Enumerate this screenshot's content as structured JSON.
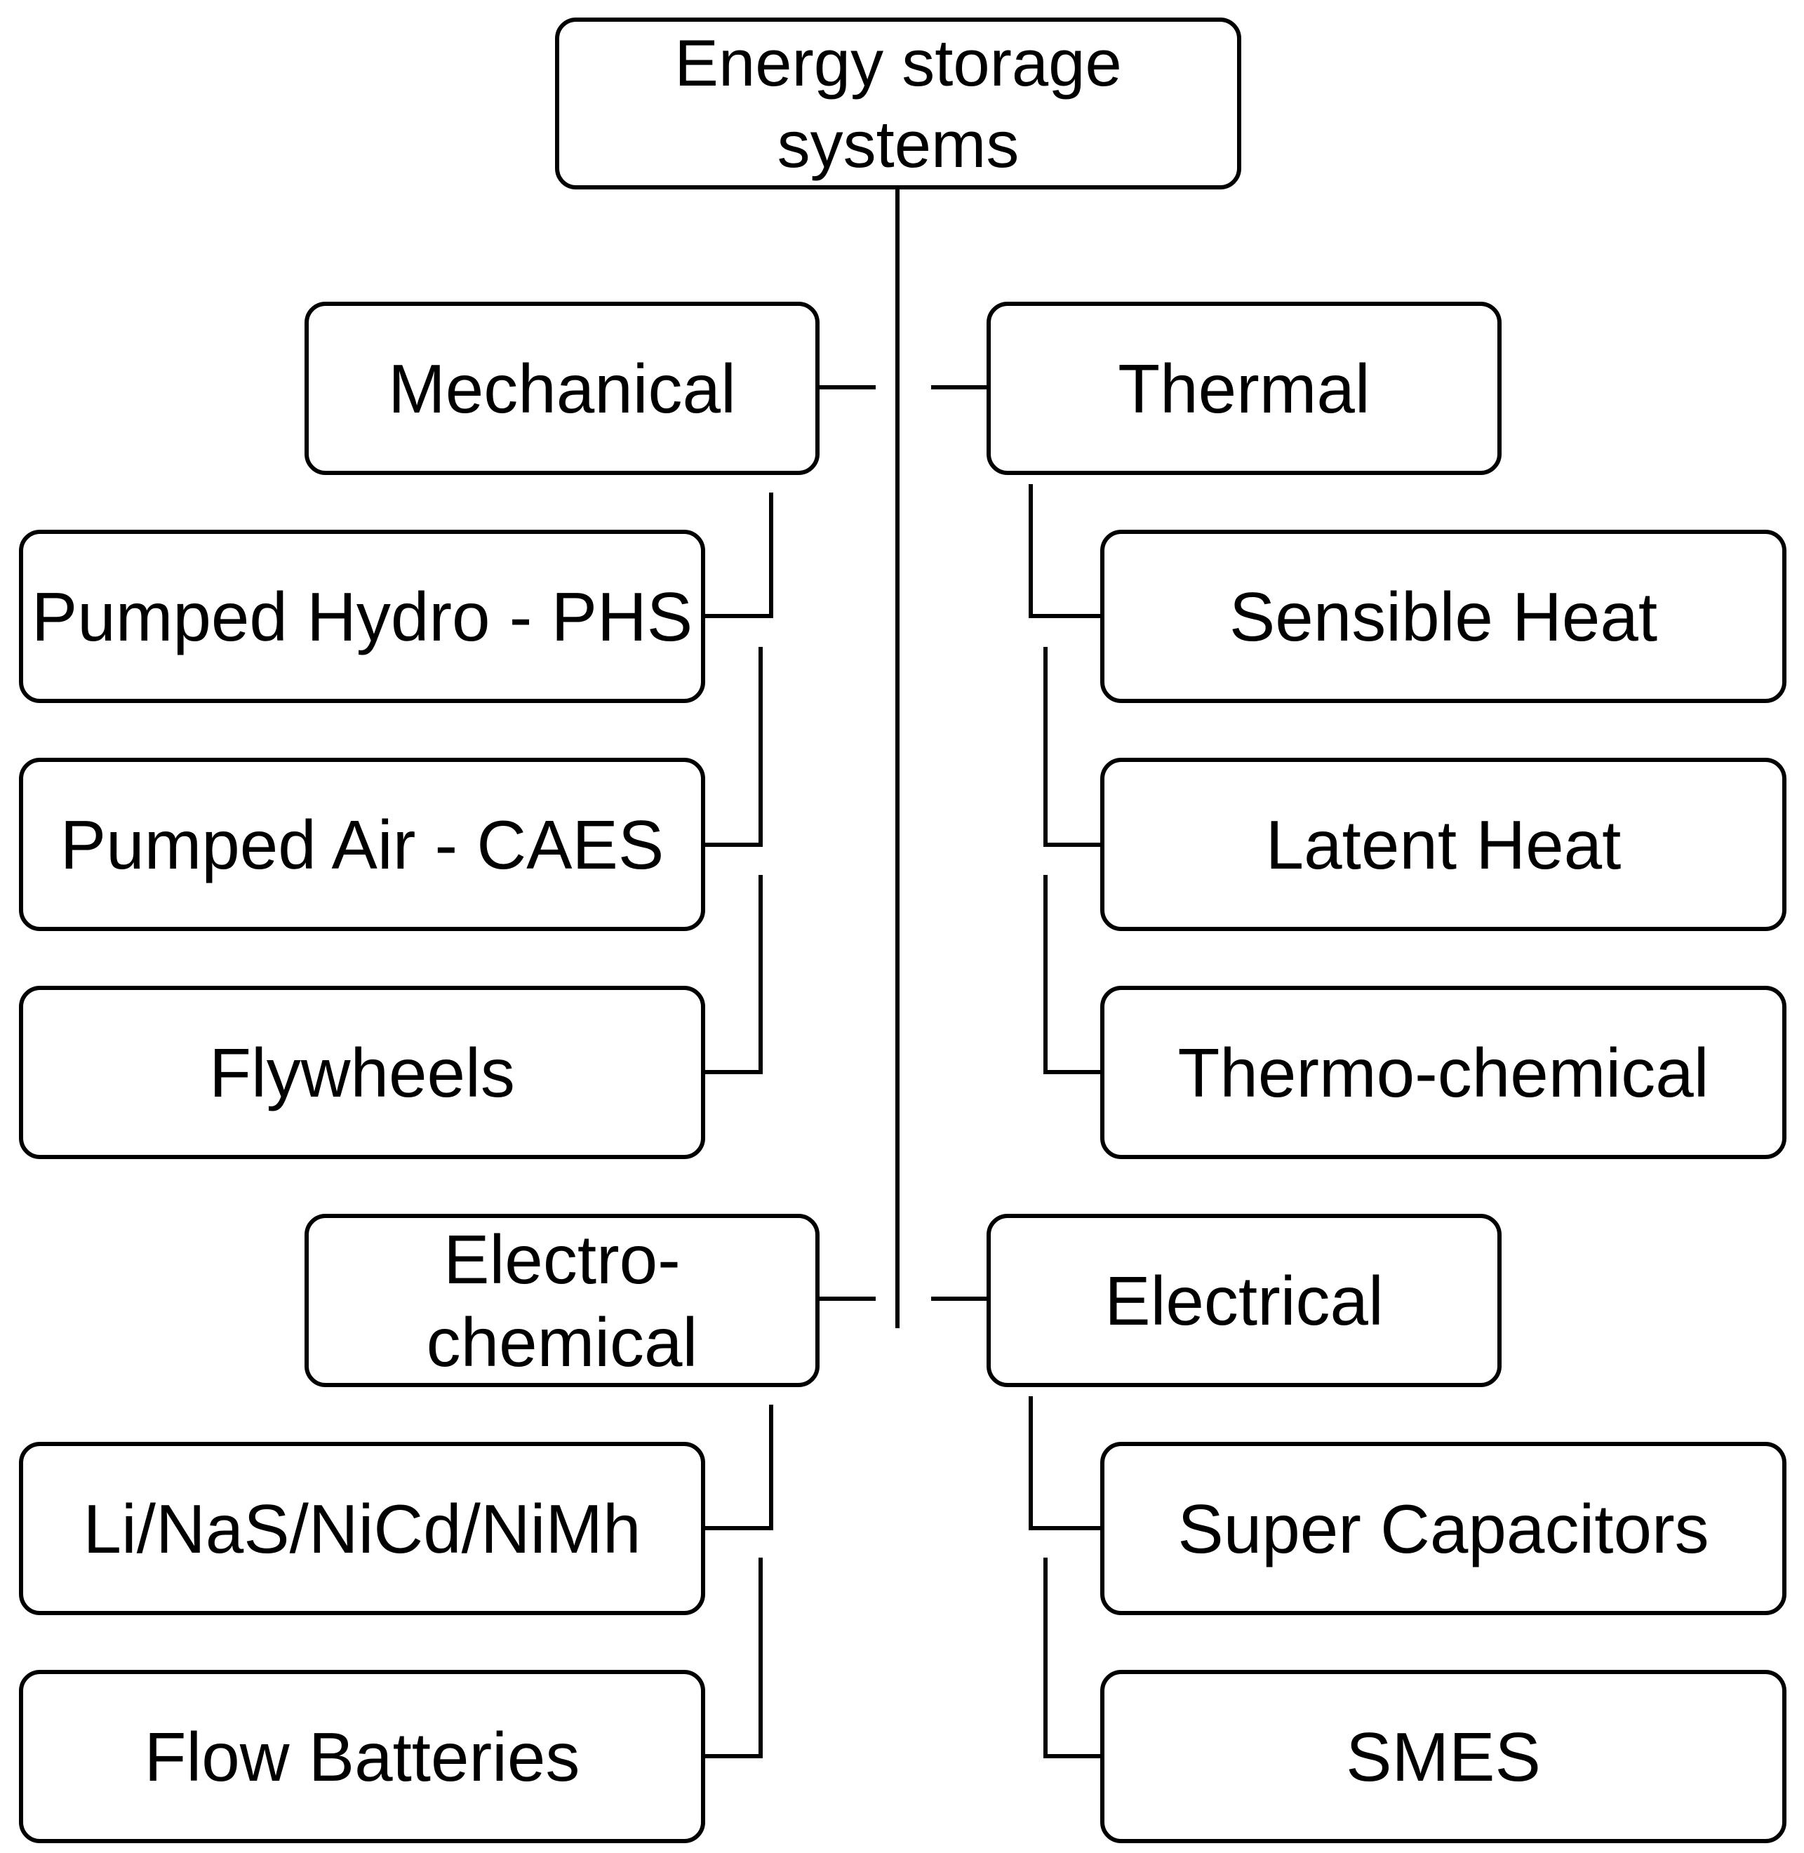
{
  "diagram": {
    "root": {
      "label": "Energy storage\nsystems"
    },
    "categories": {
      "mechanical": {
        "label": "Mechanical",
        "children": [
          "Pumped Hydro - PHS",
          "Pumped Air - CAES",
          "Flywheels"
        ]
      },
      "thermal": {
        "label": "Thermal",
        "children": [
          "Sensible Heat",
          "Latent Heat",
          "Thermo-chemical"
        ]
      },
      "electrochemical": {
        "label": "Electro-\nchemical",
        "children": [
          "Li/NaS/NiCd/NiMh",
          "Flow Batteries"
        ]
      },
      "electrical": {
        "label": "Electrical",
        "children": [
          "Super Capacitors",
          "SMES"
        ]
      }
    }
  }
}
